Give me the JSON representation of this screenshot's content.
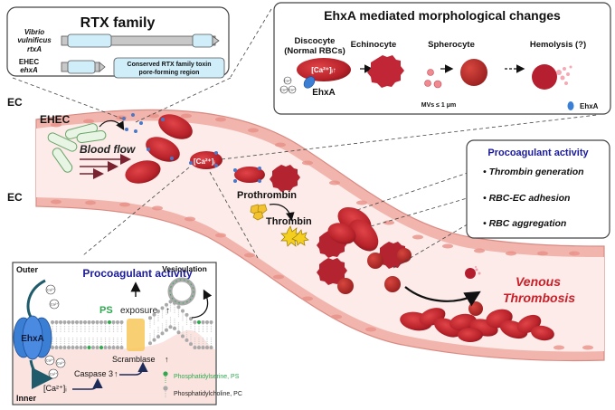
{
  "rtx_panel": {
    "title": "RTX family",
    "gene1_label_1": "Vibrio",
    "gene1_label_2": "vulnificus",
    "gene1_label_3": "rtxA",
    "gene2_label_1": "EHEC",
    "gene2_label_2": "ehxA",
    "legend_line_1": "Conserved RTX family toxin",
    "legend_line_2": "pore-forming region"
  },
  "morph_panel": {
    "title": "EhxA mediated morphological changes",
    "stage1_line1": "Discocyte",
    "stage1_line2": "(Normal RBCs)",
    "stage1_inner": "[Ca²⁺]ᵢ↑",
    "stage2": "Echinocyte",
    "stage3": "Spherocyte",
    "stage4": "Hemolysis (?)",
    "ehxa_label": "EhxA",
    "mvs_label": "MVs ≤ 1 μm",
    "legend_ehxa": "EhxA",
    "ca_ion": "Ca²⁺"
  },
  "vessel": {
    "ec_top": "EC",
    "ec_bottom": "EC",
    "ehec": "EHEC",
    "blood_flow": "Blood flow",
    "ca_rbc": "[Ca²⁺]ᵢ",
    "prothrombin": "Prothrombin",
    "thrombin": "Thrombin",
    "venous_1": "Venous",
    "venous_2": "Thrombosis"
  },
  "procoag_panel": {
    "title": "Procoagulant activity",
    "items": [
      "Thrombin generation",
      "RBC-EC adhesion",
      "RBC aggregation"
    ]
  },
  "membrane_panel": {
    "outer": "Outer",
    "inner": "Inner",
    "title": "Procoagulant activity",
    "ps": "PS",
    "exposure": "exposure",
    "ehxa": "EhxA",
    "scramblase": "Scramblase",
    "caspase": "Caspase 3",
    "ca_inner": "[Ca²⁺]ᵢ",
    "vesiculation": "Vesiculation",
    "legend_ps": "Phosphatidylserine, PS",
    "legend_pc": "Phosphatidylcholine, PC",
    "ca_ion": "Ca²⁺"
  },
  "colors": {
    "rbc": "#c0262b",
    "rbc_dark": "#8e1a1e",
    "vessel_wall": "#f2b5ad",
    "vessel_lumen": "#fcebe8",
    "procoag_blue": "#1a1a9c",
    "ps_green": "#2fa84f",
    "venous_red": "#c8202a",
    "ehxa_blue": "#3b7fd4",
    "pore_region": "#cfeefa"
  }
}
